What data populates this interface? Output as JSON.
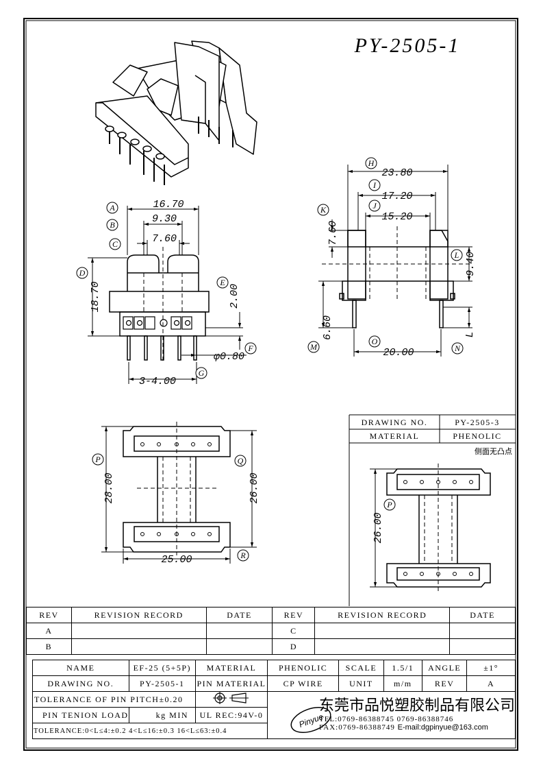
{
  "part_number": "PY-2505-1",
  "dimensions": {
    "A": "16.70",
    "B": "9.30",
    "C": "7.60",
    "D": "18.70",
    "E": "2.00",
    "F": "φ0.80",
    "G": "3-4.00",
    "H": "23.80",
    "I": "17.20",
    "J": "15.20",
    "K": "7.60",
    "L": "9.40",
    "M": "6.60",
    "N": "L",
    "O": "20.00",
    "P": "28.00",
    "Q": "26.00",
    "R": "25.00",
    "P2": "26.00"
  },
  "letters": {
    "A": "A",
    "B": "B",
    "C": "C",
    "D": "D",
    "E": "E",
    "F": "F",
    "G": "G",
    "H": "H",
    "I": "I",
    "J": "J",
    "K": "K",
    "L": "L",
    "M": "M",
    "N": "N",
    "O": "O",
    "P": "P",
    "Q": "Q",
    "R": "R"
  },
  "alt_box": {
    "drawing_no_label": "DRAWING NO.",
    "drawing_no_value": "PY-2505-3",
    "material_label": "MATERIAL",
    "material_value": "PHENOLIC",
    "note": "侧面无凸点"
  },
  "revision_table": {
    "headers": [
      "REV",
      "REVISION RECORD",
      "DATE",
      "REV",
      "REVISION RECORD",
      "DATE"
    ],
    "rows": [
      [
        "A",
        "",
        "",
        "C",
        "",
        ""
      ],
      [
        "B",
        "",
        "",
        "D",
        "",
        ""
      ]
    ]
  },
  "title_block": {
    "name_label": "NAME",
    "name_value": "EF-25 (5+5P)",
    "material_label": "MATERIAL",
    "material_value": "PHENOLIC",
    "scale_label": "SCALE",
    "scale_value": "1.5/1",
    "angle_label": "ANGLE",
    "angle_value": "±1°",
    "drawing_no_label": "DRAWING NO.",
    "drawing_no_value": "PY-2505-1",
    "pin_material_label": "PIN MATERIAL",
    "pin_material_value": "CP WIRE",
    "unit_label": "UNIT",
    "unit_value": "m/m",
    "rev_label": "REV",
    "rev_value": "A",
    "tolerance_pitch": "TOLERANCE OF PIN PITCH±0.20",
    "pin_load_label": "PIN TENION LOAD",
    "pin_load_value": "kg MIN",
    "ul_rec": "UL REC:94V-0",
    "tolerance_ranges": "TOLERANCE:0<L≤4:±0.2  4<L≤16:±0.3  16<L≤63:±0.4",
    "logo_text": "Pinyue",
    "company_name": "东莞市品悦塑胶制品有限公司",
    "tel": "TEL:0769-86388745   0769-86388746",
    "fax": "FAX:0769-86388749",
    "email": "E-mail:dgpinyue@163.com"
  },
  "colors": {
    "line": "#000000",
    "background": "#ffffff"
  }
}
